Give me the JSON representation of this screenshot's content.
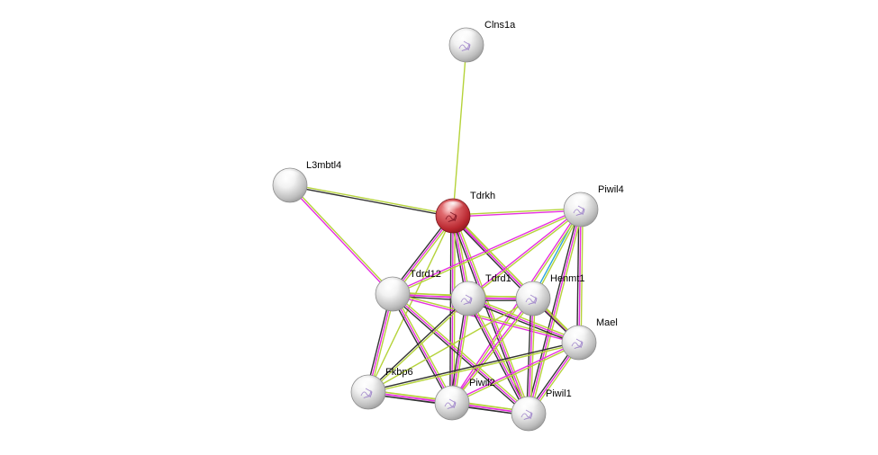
{
  "network": {
    "colors": {
      "textmining": "#b5d33a",
      "experiments": "#e62ee0",
      "coexpression": "#333333",
      "database": "#2aa6dc",
      "query_node": "#c8323a",
      "node": "#d8d8d8"
    },
    "nodes": [
      {
        "id": "Clns1a",
        "label": "Clns1a",
        "query": false,
        "structure": true
      },
      {
        "id": "L3mbtl4",
        "label": "L3mbtl4",
        "query": false,
        "structure": false
      },
      {
        "id": "Tdrkh",
        "label": "Tdrkh",
        "query": true,
        "structure": true
      },
      {
        "id": "Piwil4",
        "label": "Piwil4",
        "query": false,
        "structure": true
      },
      {
        "id": "Tdrd12",
        "label": "Tdrd12",
        "query": false,
        "structure": false
      },
      {
        "id": "Tdrd1",
        "label": "Tdrd1",
        "query": false,
        "structure": true
      },
      {
        "id": "Henmt1",
        "label": "Henmt1",
        "query": false,
        "structure": true
      },
      {
        "id": "Mael",
        "label": "Mael",
        "query": false,
        "structure": true
      },
      {
        "id": "Fkbp6",
        "label": "Fkbp6",
        "query": false,
        "structure": true
      },
      {
        "id": "Piwil2",
        "label": "Piwil2",
        "query": false,
        "structure": true
      },
      {
        "id": "Piwil1",
        "label": "Piwil1",
        "query": false,
        "structure": true
      }
    ],
    "edges": [
      {
        "a": "Clns1a",
        "b": "Tdrkh",
        "types": [
          "textmining"
        ]
      },
      {
        "a": "L3mbtl4",
        "b": "Tdrkh",
        "types": [
          "textmining",
          "coexpression"
        ]
      },
      {
        "a": "L3mbtl4",
        "b": "Tdrd12",
        "types": [
          "textmining",
          "experiments"
        ]
      },
      {
        "a": "Tdrkh",
        "b": "Piwil4",
        "types": [
          "textmining",
          "experiments"
        ]
      },
      {
        "a": "Tdrkh",
        "b": "Tdrd12",
        "types": [
          "textmining",
          "experiments",
          "coexpression"
        ]
      },
      {
        "a": "Tdrkh",
        "b": "Tdrd1",
        "types": [
          "textmining",
          "experiments",
          "coexpression"
        ]
      },
      {
        "a": "Tdrkh",
        "b": "Henmt1",
        "types": [
          "textmining",
          "experiments",
          "coexpression"
        ]
      },
      {
        "a": "Tdrkh",
        "b": "Mael",
        "types": [
          "textmining",
          "experiments"
        ]
      },
      {
        "a": "Tdrkh",
        "b": "Fkbp6",
        "types": [
          "textmining"
        ]
      },
      {
        "a": "Tdrkh",
        "b": "Piwil2",
        "types": [
          "textmining",
          "experiments",
          "coexpression"
        ]
      },
      {
        "a": "Tdrkh",
        "b": "Piwil1",
        "types": [
          "textmining",
          "experiments",
          "coexpression"
        ]
      },
      {
        "a": "Piwil4",
        "b": "Tdrd12",
        "types": [
          "textmining",
          "experiments"
        ]
      },
      {
        "a": "Piwil4",
        "b": "Tdrd1",
        "types": [
          "textmining",
          "experiments"
        ]
      },
      {
        "a": "Piwil4",
        "b": "Henmt1",
        "types": [
          "textmining",
          "database"
        ]
      },
      {
        "a": "Piwil4",
        "b": "Mael",
        "types": [
          "textmining",
          "experiments",
          "coexpression"
        ]
      },
      {
        "a": "Piwil4",
        "b": "Piwil2",
        "types": [
          "textmining",
          "experiments"
        ]
      },
      {
        "a": "Piwil4",
        "b": "Piwil1",
        "types": [
          "textmining",
          "experiments",
          "coexpression"
        ]
      },
      {
        "a": "Tdrd12",
        "b": "Tdrd1",
        "types": [
          "textmining",
          "experiments",
          "coexpression"
        ]
      },
      {
        "a": "Tdrd12",
        "b": "Henmt1",
        "types": [
          "textmining",
          "experiments"
        ]
      },
      {
        "a": "Tdrd12",
        "b": "Mael",
        "types": [
          "textmining",
          "experiments"
        ]
      },
      {
        "a": "Tdrd12",
        "b": "Fkbp6",
        "types": [
          "textmining",
          "experiments",
          "coexpression"
        ]
      },
      {
        "a": "Tdrd12",
        "b": "Piwil2",
        "types": [
          "textmining",
          "experiments",
          "coexpression"
        ]
      },
      {
        "a": "Tdrd12",
        "b": "Piwil1",
        "types": [
          "textmining",
          "experiments",
          "coexpression"
        ]
      },
      {
        "a": "Tdrd1",
        "b": "Henmt1",
        "types": [
          "textmining",
          "experiments",
          "coexpression"
        ]
      },
      {
        "a": "Tdrd1",
        "b": "Mael",
        "types": [
          "textmining",
          "experiments",
          "coexpression"
        ]
      },
      {
        "a": "Tdrd1",
        "b": "Fkbp6",
        "types": [
          "textmining",
          "coexpression"
        ]
      },
      {
        "a": "Tdrd1",
        "b": "Piwil2",
        "types": [
          "textmining",
          "experiments",
          "coexpression"
        ]
      },
      {
        "a": "Tdrd1",
        "b": "Piwil1",
        "types": [
          "textmining",
          "experiments",
          "coexpression"
        ]
      },
      {
        "a": "Henmt1",
        "b": "Mael",
        "types": [
          "textmining",
          "coexpression"
        ]
      },
      {
        "a": "Henmt1",
        "b": "Fkbp6",
        "types": [
          "textmining"
        ]
      },
      {
        "a": "Henmt1",
        "b": "Piwil2",
        "types": [
          "textmining",
          "experiments"
        ]
      },
      {
        "a": "Henmt1",
        "b": "Piwil1",
        "types": [
          "textmining",
          "experiments",
          "coexpression"
        ]
      },
      {
        "a": "Mael",
        "b": "Fkbp6",
        "types": [
          "textmining",
          "coexpression"
        ]
      },
      {
        "a": "Mael",
        "b": "Piwil2",
        "types": [
          "textmining",
          "experiments"
        ]
      },
      {
        "a": "Mael",
        "b": "Piwil1",
        "types": [
          "textmining",
          "experiments",
          "coexpression"
        ]
      },
      {
        "a": "Fkbp6",
        "b": "Piwil2",
        "types": [
          "textmining",
          "experiments",
          "coexpression"
        ]
      },
      {
        "a": "Fkbp6",
        "b": "Piwil1",
        "types": [
          "textmining",
          "experiments",
          "coexpression"
        ]
      },
      {
        "a": "Piwil2",
        "b": "Piwil1",
        "types": [
          "textmining",
          "experiments",
          "coexpression"
        ]
      }
    ]
  }
}
